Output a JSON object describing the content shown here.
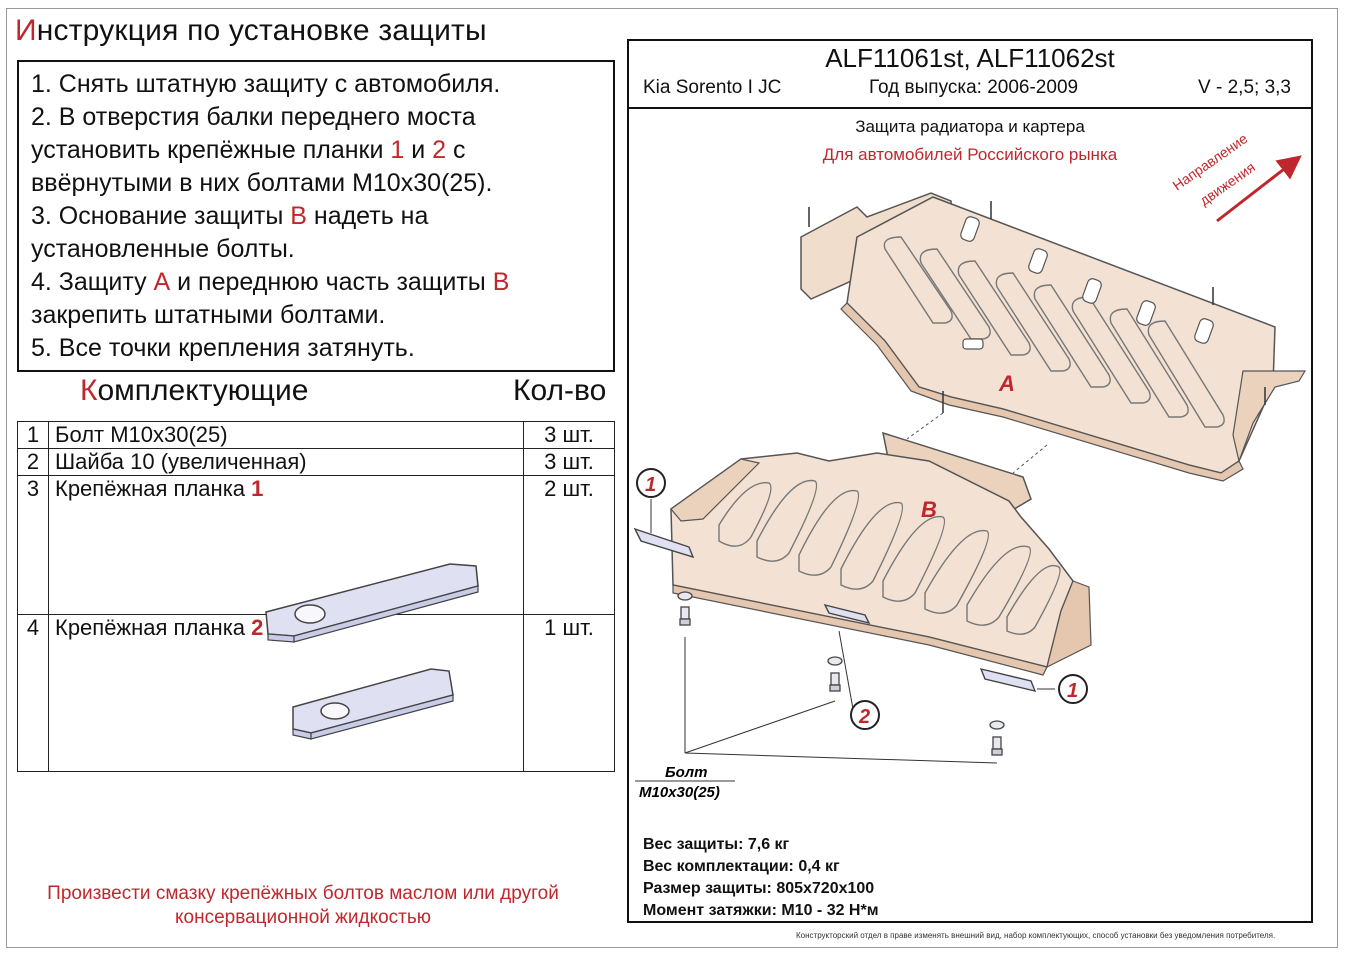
{
  "title": {
    "first": "И",
    "rest": "нструкция по установке защиты"
  },
  "steps": [
    [
      {
        "t": "1. Снять штатную защиту с автомобиля."
      }
    ],
    [
      {
        "t": "2. В отверстия балки переднего моста установить крепёжные планки "
      },
      {
        "t": "1",
        "r": true
      },
      {
        "t": " и "
      },
      {
        "t": "2",
        "r": true
      },
      {
        "t": " с ввёрнутыми в них болтами М10х30(25)."
      }
    ],
    [
      {
        "t": "3. Основание защиты "
      },
      {
        "t": "В",
        "r": true
      },
      {
        "t": " надеть на установленные болты."
      }
    ],
    [
      {
        "t": "4. Защиту "
      },
      {
        "t": "А",
        "r": true
      },
      {
        "t": " и переднюю часть защиты "
      },
      {
        "t": "В",
        "r": true
      },
      {
        "t": " закрепить штатными болтами."
      }
    ],
    [
      {
        "t": "5. Все точки крепления затянуть."
      }
    ]
  ],
  "components": {
    "title_first": "К",
    "title_rest": "омплектующие",
    "qty_header": "Кол-во",
    "rows": [
      {
        "num": "1",
        "name": "Болт М10х30(25)",
        "mark": "",
        "qty": "3 шт."
      },
      {
        "num": "2",
        "name": "Шайба 10 (увеличенная)",
        "mark": "",
        "qty": "3 шт."
      },
      {
        "num": "3",
        "name": "Крепёжная планка ",
        "mark": "1",
        "qty": "2 шт."
      },
      {
        "num": "4",
        "name": "Крепёжная планка ",
        "mark": "2",
        "qty": "1 шт."
      }
    ]
  },
  "note": "Произвести смазку крепёжных болтов маслом или другой консервационной жидкостью",
  "header": {
    "codes": "ALF11061st, ALF11062st",
    "model": "Kia Sorento I JC",
    "year": "Год выпуска: 2006-2009",
    "engine": "V - 2,5; 3,3"
  },
  "drawing": {
    "subtitle": "Защита радиатора и картера",
    "market": "Для автомобилей Российского рынка",
    "direction_line1": "Направление",
    "direction_line2": "движения",
    "label_a": "A",
    "label_b": "B",
    "callout_1": "1",
    "callout_2": "2",
    "bolt_label_1": "Болт",
    "bolt_label_2": "М10х30(25)"
  },
  "specs": [
    {
      "label": "Вес защиты: ",
      "value": "7,6 кг"
    },
    {
      "label": "Вес комплектации: ",
      "value": "0,4 кг"
    },
    {
      "label": "Размер защиты: ",
      "value": "805х720х100"
    },
    {
      "label": "Момент затяжки: ",
      "value": "М10 - 32 Н*м"
    }
  ],
  "footer": "Конструкторский отдел в праве изменять внешний вид, набор комплектующих, способ установки без уведомления потребителя.",
  "colors": {
    "accent": "#c0272d",
    "part_fill": "#f3e2d3",
    "plate_fill": "#dfe1f3"
  }
}
